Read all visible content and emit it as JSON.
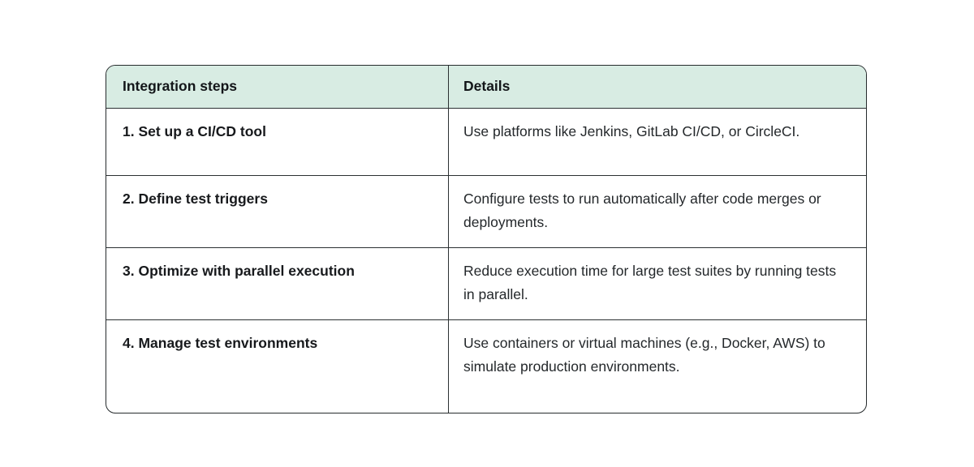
{
  "table": {
    "columns": [
      {
        "label": "Integration steps"
      },
      {
        "label": "Details"
      }
    ],
    "rows": [
      {
        "step": "1. Set up a CI/CD tool",
        "details": "Use platforms like Jenkins, GitLab CI/CD, or CircleCI."
      },
      {
        "step": "2. Define test triggers",
        "details": "Configure tests to run automatically after code merges or deployments."
      },
      {
        "step": "3. Optimize with parallel execution",
        "details": "Reduce execution time for large test suites by running tests in parallel."
      },
      {
        "step": "4. Manage test environments",
        "details": "Use containers or virtual machines (e.g., Docker, AWS) to simulate production environments."
      }
    ],
    "colors": {
      "header_bg": "#d8ece3",
      "border": "#2b3032",
      "header_text": "#131619",
      "step_text": "#17191c",
      "details_text": "#24282b",
      "page_bg": "#ffffff"
    }
  }
}
